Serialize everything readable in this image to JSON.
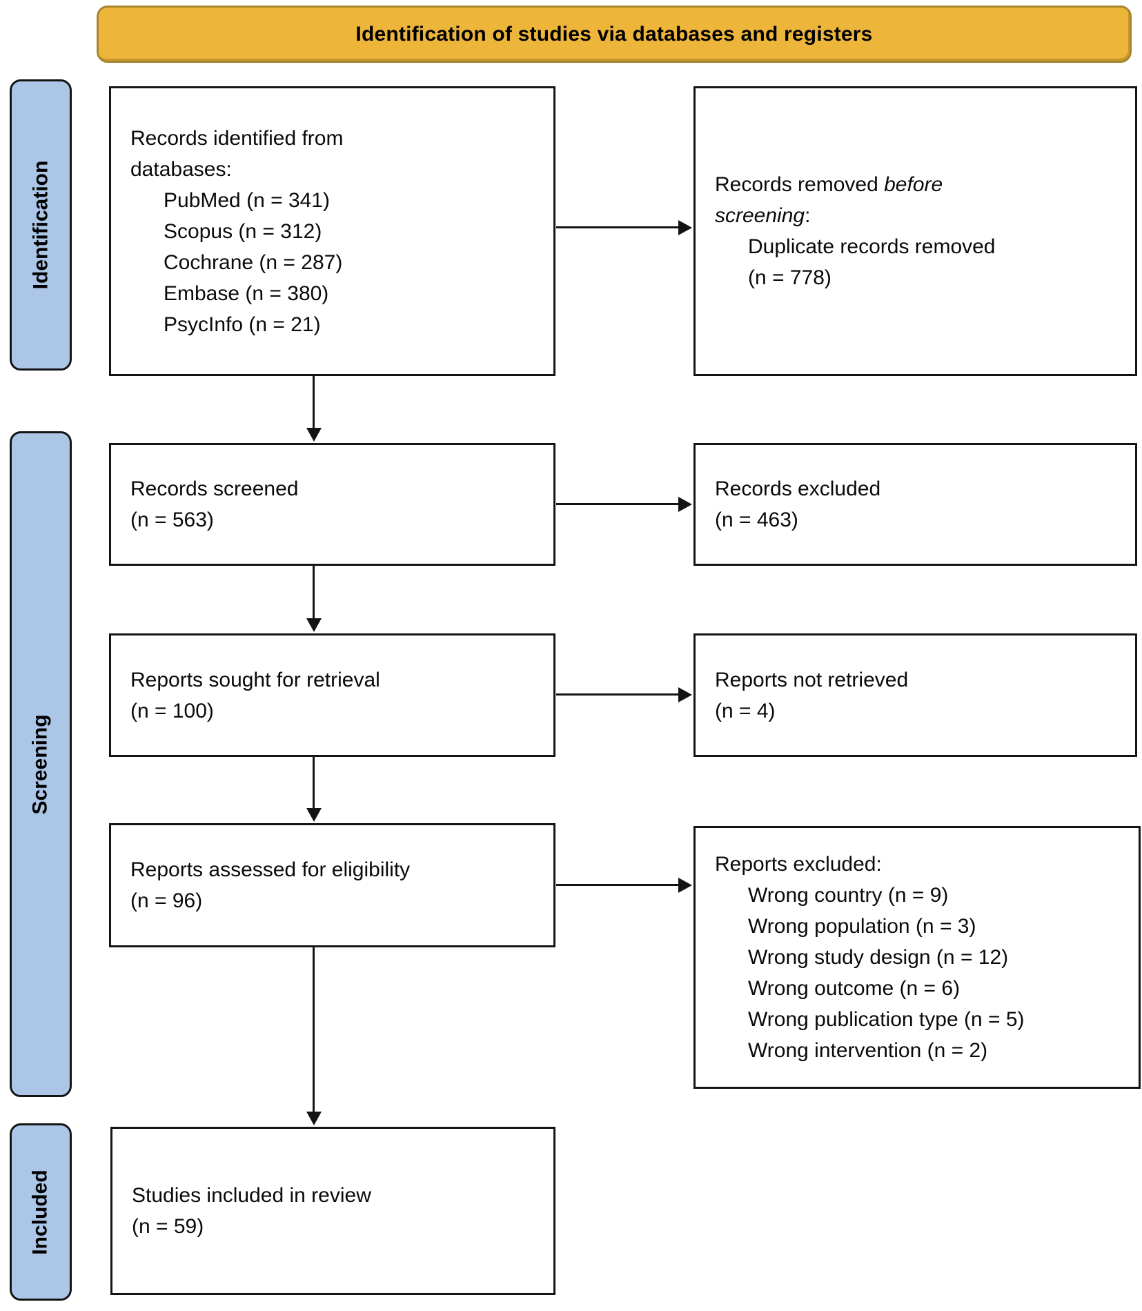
{
  "diagram": {
    "banner": "Identification of studies via databases and registers",
    "stages": [
      "Identification",
      "Screening",
      "Included"
    ]
  },
  "boxes": {
    "records_identified": {
      "lines": [
        {
          "segments": [
            {
              "text": "Records identified from"
            }
          ]
        },
        {
          "segments": [
            {
              "text": "databases:"
            }
          ]
        },
        {
          "indent": true,
          "segments": [
            {
              "text": "PubMed (n = 341)"
            }
          ]
        },
        {
          "indent": true,
          "segments": [
            {
              "text": "Scopus (n = 312)"
            }
          ]
        },
        {
          "indent": true,
          "segments": [
            {
              "text": "Cochrane (n = 287)"
            }
          ]
        },
        {
          "indent": true,
          "segments": [
            {
              "text": "Embase (n = 380)"
            }
          ]
        },
        {
          "indent": true,
          "segments": [
            {
              "text": "PsycInfo (n = 21)"
            }
          ]
        }
      ]
    },
    "records_removed": {
      "lines": [
        {
          "segments": [
            {
              "text": "Records removed "
            },
            {
              "text": "before",
              "italic": true
            }
          ]
        },
        {
          "segments": [
            {
              "text": "screening",
              "italic": true
            },
            {
              "text": ":"
            }
          ]
        },
        {
          "indent": true,
          "segments": [
            {
              "text": "Duplicate records removed"
            }
          ]
        },
        {
          "indent": true,
          "segments": [
            {
              "text": "(n = 778)"
            }
          ]
        }
      ]
    },
    "records_screened": {
      "lines": [
        {
          "segments": [
            {
              "text": "Records screened"
            }
          ]
        },
        {
          "segments": [
            {
              "text": "(n = 563)"
            }
          ]
        }
      ]
    },
    "records_excluded": {
      "lines": [
        {
          "segments": [
            {
              "text": "Records excluded"
            }
          ]
        },
        {
          "segments": [
            {
              "text": "(n = 463)"
            }
          ]
        }
      ]
    },
    "reports_sought": {
      "lines": [
        {
          "segments": [
            {
              "text": "Reports sought for retrieval"
            }
          ]
        },
        {
          "segments": [
            {
              "text": "(n = 100)"
            }
          ]
        }
      ]
    },
    "reports_not_retrieved": {
      "lines": [
        {
          "segments": [
            {
              "text": "Reports not retrieved"
            }
          ]
        },
        {
          "segments": [
            {
              "text": "(n = 4)"
            }
          ]
        }
      ]
    },
    "reports_assessed": {
      "lines": [
        {
          "segments": [
            {
              "text": "Reports assessed for eligibility"
            }
          ]
        },
        {
          "segments": [
            {
              "text": "(n = 96)"
            }
          ]
        }
      ]
    },
    "reports_excluded": {
      "lines": [
        {
          "segments": [
            {
              "text": "Reports excluded:"
            }
          ]
        },
        {
          "indent": true,
          "segments": [
            {
              "text": "Wrong country (n = 9)"
            }
          ]
        },
        {
          "indent": true,
          "segments": [
            {
              "text": "Wrong population (n = 3)"
            }
          ]
        },
        {
          "indent": true,
          "segments": [
            {
              "text": "Wrong study design (n = 12)"
            }
          ]
        },
        {
          "indent": true,
          "segments": [
            {
              "text": "Wrong outcome (n = 6)"
            }
          ]
        },
        {
          "indent": true,
          "segments": [
            {
              "text": "Wrong publication type (n = 5)"
            }
          ]
        },
        {
          "indent": true,
          "segments": [
            {
              "text": "Wrong intervention (n = 2)"
            }
          ]
        }
      ]
    },
    "studies_included": {
      "lines": [
        {
          "segments": [
            {
              "text": "Studies included in review"
            }
          ]
        },
        {
          "segments": [
            {
              "text": "(n = 59)"
            }
          ]
        }
      ]
    }
  },
  "colors": {
    "banner_fill": "#EDB53A",
    "banner_border": "#A5852F",
    "stage_fill": "#ACC6E7",
    "line_color": "#141414",
    "text_color": "#0A0A0A"
  }
}
